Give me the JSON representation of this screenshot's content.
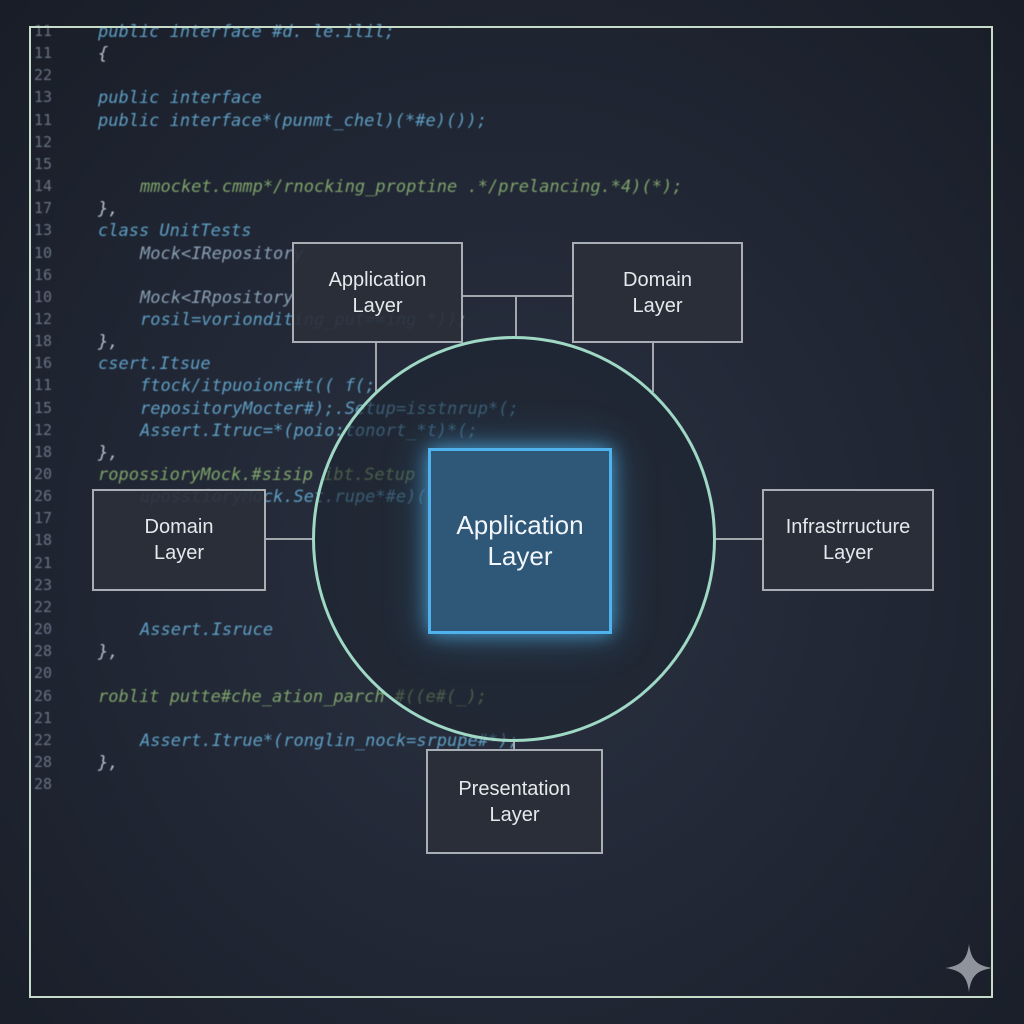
{
  "code_lines": [
    {
      "num": "11",
      "text": "public interface #d. le.ilil;",
      "indent": 1,
      "tone": ""
    },
    {
      "num": "11",
      "text": "{",
      "indent": 1,
      "tone": "plain"
    },
    {
      "num": "22",
      "text": "",
      "indent": 1,
      "tone": ""
    },
    {
      "num": "13",
      "text": "public interface",
      "indent": 1,
      "tone": ""
    },
    {
      "num": "11",
      "text": "public interface*(punmt_chel)(*#e)());",
      "indent": 1,
      "tone": ""
    },
    {
      "num": "12",
      "text": "",
      "indent": 1,
      "tone": ""
    },
    {
      "num": "15",
      "text": "",
      "indent": 1,
      "tone": ""
    },
    {
      "num": "14",
      "text": "mmocket.cmmp*/rnocking_proptine .*/prelancing.*4)(*);",
      "indent": 2,
      "tone": "green"
    },
    {
      "num": "17",
      "text": "},",
      "indent": 1,
      "tone": "plain"
    },
    {
      "num": "13",
      "text": "class UnitTests",
      "indent": 1,
      "tone": ""
    },
    {
      "num": "10",
      "text": "Mock<IRepository",
      "indent": 2,
      "tone": "dim"
    },
    {
      "num": "16",
      "text": "",
      "indent": 1,
      "tone": ""
    },
    {
      "num": "10",
      "text": "Mock<IRpository",
      "indent": 2,
      "tone": "dim"
    },
    {
      "num": "12",
      "text": "rosil=vorionditing_put==ing *));",
      "indent": 2,
      "tone": ""
    },
    {
      "num": "18",
      "text": "},",
      "indent": 1,
      "tone": "plain"
    },
    {
      "num": "16",
      "text": "csert.Itsue",
      "indent": 1,
      "tone": ""
    },
    {
      "num": "11",
      "text": "ftock/itpuoionc#t(( f(;",
      "indent": 2,
      "tone": ""
    },
    {
      "num": "15",
      "text": "repositoryMocter#);.Setup=isstnrup*(;",
      "indent": 2,
      "tone": ""
    },
    {
      "num": "12",
      "text": "Assert.Itruc=*(poio:tonort_*t)*(;",
      "indent": 2,
      "tone": ""
    },
    {
      "num": "18",
      "text": "},",
      "indent": 1,
      "tone": "plain"
    },
    {
      "num": "20",
      "text": "ropossioryMock.#sisip ibt.Setup",
      "indent": 1,
      "tone": "green"
    },
    {
      "num": "26",
      "text": "uposstioryMock.Set.rupe*#e)()(;",
      "indent": 2,
      "tone": ""
    },
    {
      "num": "17",
      "text": "",
      "indent": 1,
      "tone": ""
    },
    {
      "num": "18",
      "text": "",
      "indent": 1,
      "tone": ""
    },
    {
      "num": "21",
      "text": "",
      "indent": 1,
      "tone": ""
    },
    {
      "num": "23",
      "text": "",
      "indent": 1,
      "tone": ""
    },
    {
      "num": "22",
      "text": "",
      "indent": 1,
      "tone": ""
    },
    {
      "num": "20",
      "text": "Assert.Isruce",
      "indent": 2,
      "tone": ""
    },
    {
      "num": "28",
      "text": "},",
      "indent": 1,
      "tone": "plain"
    },
    {
      "num": "20",
      "text": "",
      "indent": 1,
      "tone": ""
    },
    {
      "num": "26",
      "text": "roblit putte#che_ation_parch #((e#(_);",
      "indent": 1,
      "tone": "green"
    },
    {
      "num": "21",
      "text": "",
      "indent": 1,
      "tone": ""
    },
    {
      "num": "22",
      "text": "Assert.Itrue*(ronglin_nock=srpupe#*);",
      "indent": 2,
      "tone": ""
    },
    {
      "num": "28",
      "text": "},",
      "indent": 1,
      "tone": "plain"
    },
    {
      "num": "28",
      "text": "",
      "indent": 1,
      "tone": ""
    }
  ],
  "diagram": {
    "core": {
      "line1": "Application",
      "line2": "Layer"
    },
    "top_left": {
      "line1": "Application",
      "line2": "Layer"
    },
    "top_right": {
      "line1": "Domain",
      "line2": "Layer"
    },
    "left": {
      "line1": "Domain",
      "line2": "Layer"
    },
    "right": {
      "line1": "Infrastrructure",
      "line2": "Layer"
    },
    "bottom": {
      "line1": "Presentation",
      "line2": "Layer"
    }
  },
  "colors": {
    "frame": "#c6dcc8",
    "circle": "#9fd8c4",
    "core_border": "#4fb2ec",
    "core_fill": "#2e5778",
    "box_border": "#a9adb4",
    "connector": "#b8bcc2"
  },
  "icons": {
    "sparkle": "sparkle-icon"
  }
}
